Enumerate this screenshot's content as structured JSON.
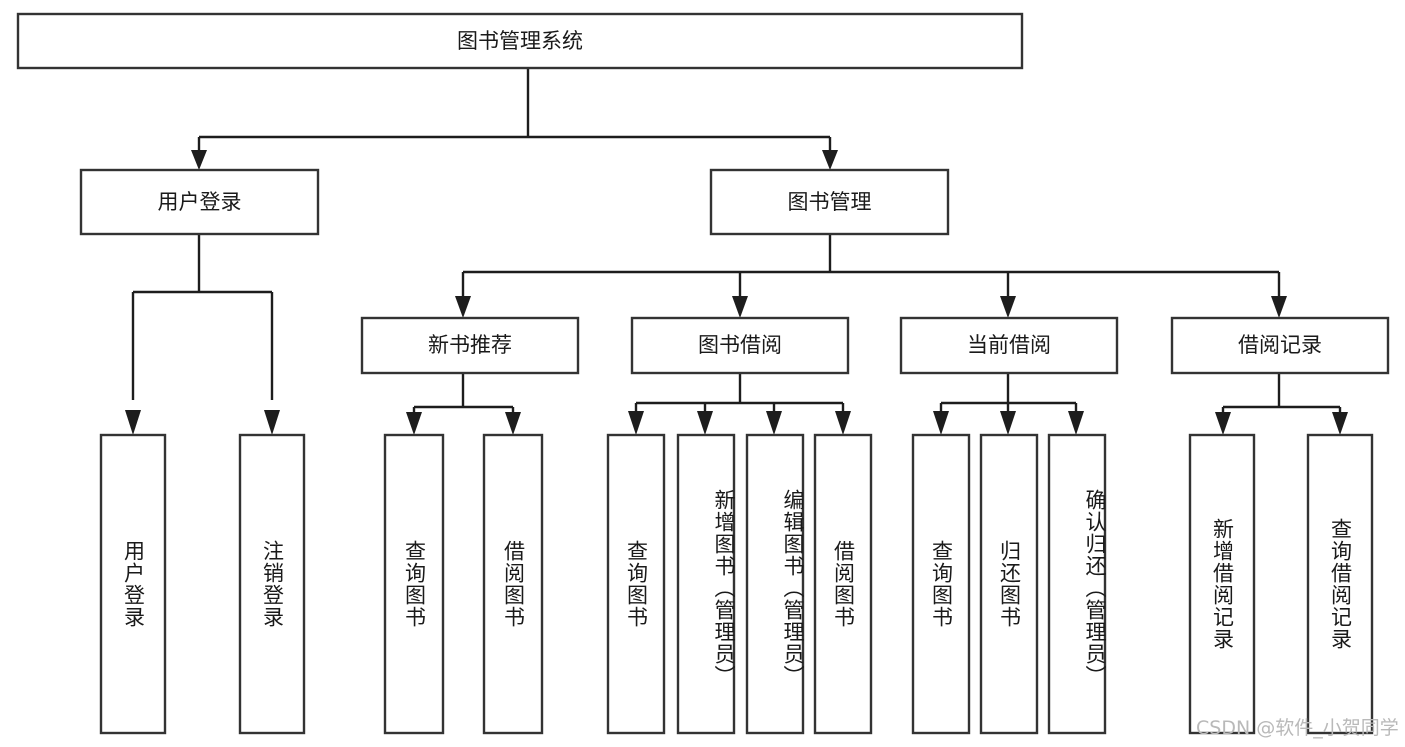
{
  "diagram": {
    "title": "图书管理系统",
    "type": "tree",
    "watermark": "CSDN @软件_小贺同学",
    "colors": {
      "background": "#ffffff",
      "node_border": "#333333",
      "node_fill": "#ffffff",
      "connector": "#1d1d1d",
      "label_text": "#1a1a1a",
      "watermark_text": "#b9b9b9"
    },
    "nodes": {
      "root": {
        "label": "图书管理系统",
        "orientation": "horizontal"
      },
      "level2": [
        {
          "id": "user-login",
          "label": "用户登录",
          "orientation": "horizontal"
        },
        {
          "id": "book-manage",
          "label": "图书管理",
          "orientation": "horizontal"
        }
      ],
      "level3": [
        {
          "id": "new-book-recommend",
          "label": "新书推荐",
          "orientation": "horizontal"
        },
        {
          "id": "book-borrow",
          "label": "图书借阅",
          "orientation": "horizontal"
        },
        {
          "id": "current-borrow",
          "label": "当前借阅",
          "orientation": "horizontal"
        },
        {
          "id": "borrow-record",
          "label": "借阅记录",
          "orientation": "horizontal"
        }
      ],
      "leaves": [
        {
          "id": "leaf-user-login",
          "label": "用户登录",
          "parent": "user-login",
          "orientation": "vertical"
        },
        {
          "id": "leaf-user-logout",
          "label": "注销登录",
          "parent": "user-login",
          "orientation": "vertical"
        },
        {
          "id": "leaf-query-book-1",
          "label": "查询图书",
          "parent": "new-book-recommend",
          "orientation": "vertical"
        },
        {
          "id": "leaf-borrow-book-1",
          "label": "借阅图书",
          "parent": "new-book-recommend",
          "orientation": "vertical"
        },
        {
          "id": "leaf-query-book-2",
          "label": "查询图书",
          "parent": "book-borrow",
          "orientation": "vertical"
        },
        {
          "id": "leaf-add-book",
          "label": "新增图书（管理员）",
          "parent": "book-borrow",
          "orientation": "vertical"
        },
        {
          "id": "leaf-edit-book",
          "label": "编辑图书（管理员）",
          "parent": "book-borrow",
          "orientation": "vertical"
        },
        {
          "id": "leaf-borrow-book-2",
          "label": "借阅图书",
          "parent": "book-borrow",
          "orientation": "vertical"
        },
        {
          "id": "leaf-query-book-3",
          "label": "查询图书",
          "parent": "current-borrow",
          "orientation": "vertical"
        },
        {
          "id": "leaf-return-book",
          "label": "归还图书",
          "parent": "current-borrow",
          "orientation": "vertical"
        },
        {
          "id": "leaf-confirm-return",
          "label": "确认归还（管理员）",
          "parent": "current-borrow",
          "orientation": "vertical"
        },
        {
          "id": "leaf-add-record",
          "label": "新增借阅记录",
          "parent": "borrow-record",
          "orientation": "vertical"
        },
        {
          "id": "leaf-query-record",
          "label": "查询借阅记录",
          "parent": "borrow-record",
          "orientation": "vertical"
        }
      ]
    }
  }
}
